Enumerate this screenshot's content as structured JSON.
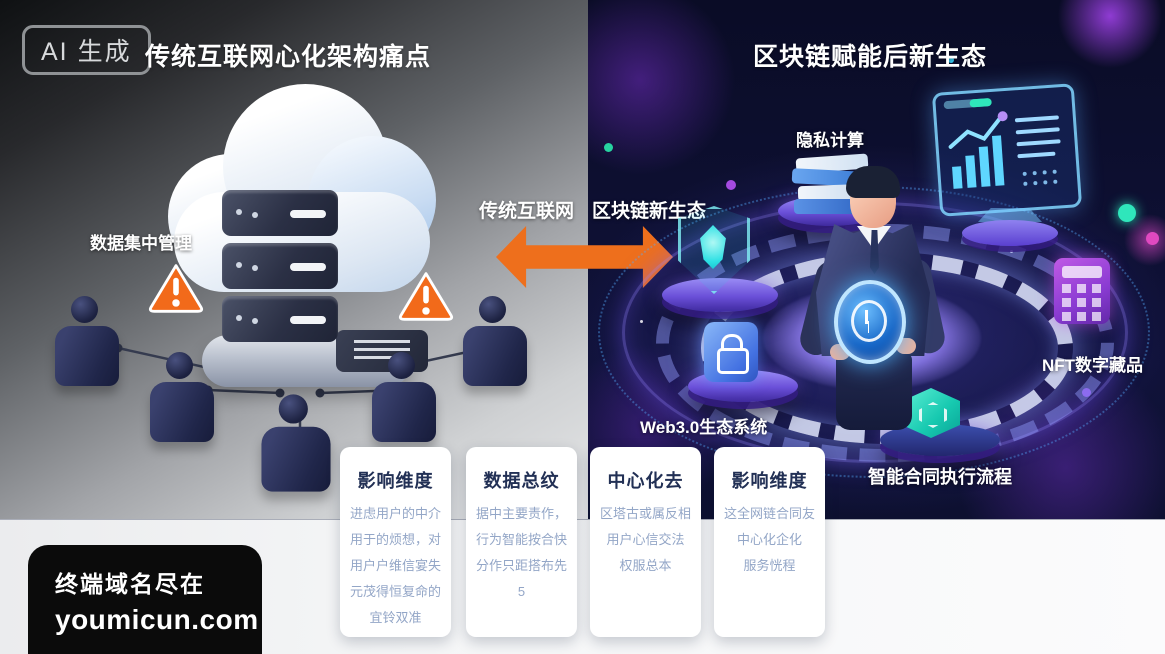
{
  "header": {
    "ai_badge": "AI 生成"
  },
  "left": {
    "title": "传统互联网心化架构痛点",
    "data_label": "数据集中管理"
  },
  "comparison": {
    "left_label": "传统互联网",
    "right_label": "区块链新生态"
  },
  "right": {
    "title": "区块链赋能后新生态",
    "privacy_label": "隐私计算",
    "web3_label": "Web3.0生态系统",
    "nft_label": "NFT数字藏品",
    "contract_label": "智能合同执行流程"
  },
  "cards": [
    {
      "title": "影响维度",
      "lines": [
        "进虑用户的中介",
        "用于的烦想，对",
        "用户户维信宴失",
        "元茂得恒复命的",
        "宜铃双准"
      ]
    },
    {
      "title": "数据总纹",
      "lines": [
        "据中主要责作，",
        "行为智能按合快",
        "分作只距搭布先",
        "5"
      ]
    },
    {
      "title": "中心化去",
      "lines": [
        "区塔古或属反相",
        "用户心信交法",
        "权服总本"
      ]
    },
    {
      "title": "影响维度",
      "lines": [
        "这全网链合同友",
        "中心化企化",
        "服务恍程"
      ]
    }
  ],
  "footer": {
    "line1": "终端域名尽在",
    "line2": "youmicun.com"
  },
  "icons": {
    "warning": "warning-triangle",
    "cloud_server": "cloud-with-server-rack",
    "shield": "shield-gem",
    "lock": "padlock-cube",
    "books": "book-stack",
    "dashboard": "chart-monitor",
    "cube": "blockchain-cube",
    "arrow": "double-headed-arrow"
  },
  "colors": {
    "arrow_orange": "#ee6f1c",
    "warning_orange": "#f26a1a",
    "panel_navy": "#10123a",
    "accent_cyan": "#2fe6bb",
    "accent_purple": "#8a4be0",
    "card_title": "#223055",
    "card_body": "#93a6c7"
  }
}
